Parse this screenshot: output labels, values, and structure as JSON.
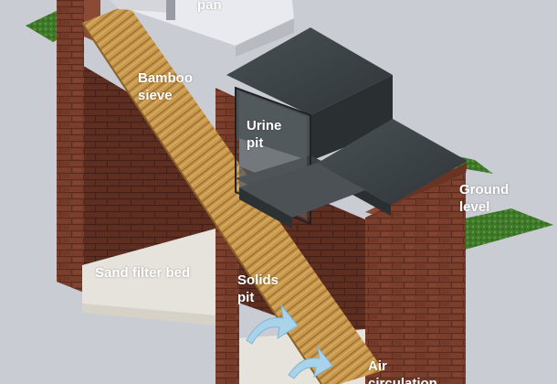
{
  "labels": {
    "pan": "pan",
    "bamboo_sieve": [
      "Bamboo",
      "sieve"
    ],
    "urine_pit": [
      "Urine",
      "pit"
    ],
    "ground_level": [
      "Ground",
      "level"
    ],
    "sand_filter_bed": "Sand filter bed",
    "solids_pit": [
      "Solids",
      "pit"
    ],
    "air_circulation": [
      "Air",
      "circulation"
    ]
  },
  "colors": {
    "background": "#c9ccd2",
    "brick": "#7a3e2c",
    "brick_mortar": "#5a2c20",
    "grass": "#3f7a2a",
    "bamboo": "#c99a4e",
    "stone_lid": "#3d4347",
    "sand": "#e6e3dc",
    "pan": "#e9eaef",
    "air_arrow": "#a9d3ea",
    "label_text": "#ffffff"
  }
}
